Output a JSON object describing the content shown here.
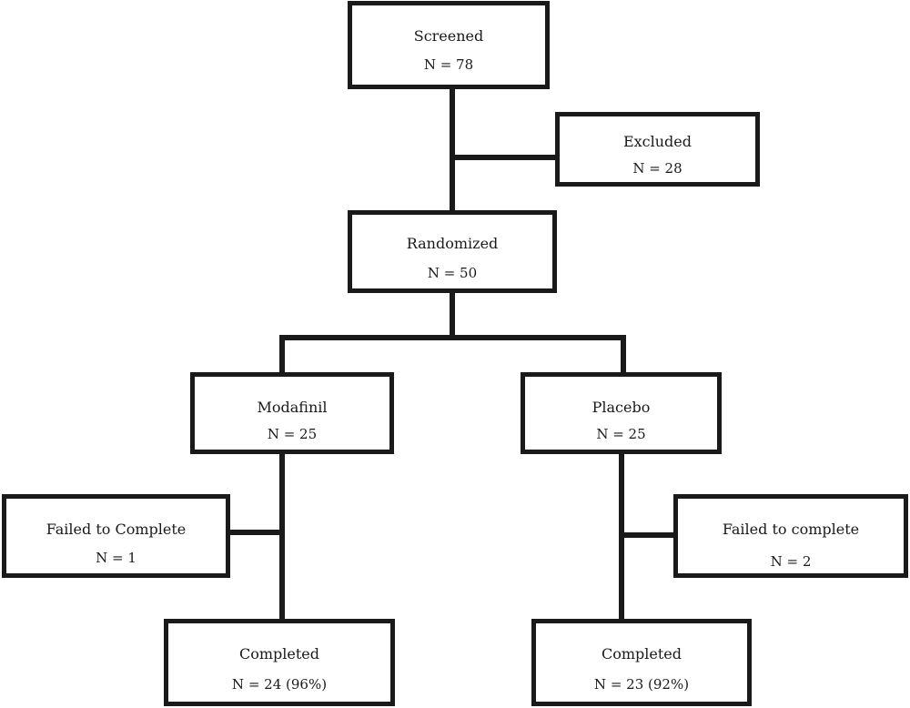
{
  "boxes": {
    "screened": {
      "title": "Screened",
      "count": "N = 78"
    },
    "excluded": {
      "title": "Excluded",
      "count": "N = 28"
    },
    "randomized": {
      "title": "Randomized",
      "count": "N = 50"
    },
    "modafinil": {
      "title": "Modafinil",
      "count": "N = 25"
    },
    "placebo": {
      "title": "Placebo",
      "count": "N = 25"
    },
    "failed_modafinil": {
      "title": "Failed to Complete",
      "count": "N = 1"
    },
    "failed_placebo": {
      "title": "Failed to complete",
      "count": "N = 2"
    },
    "completed_modafinil": {
      "title": "Completed",
      "count": "N = 24 (96%)"
    },
    "completed_placebo": {
      "title": "Completed",
      "count": "N = 23 (92%)"
    }
  },
  "colors": {
    "line": "#1a1a1a",
    "background": "#ffffff"
  }
}
